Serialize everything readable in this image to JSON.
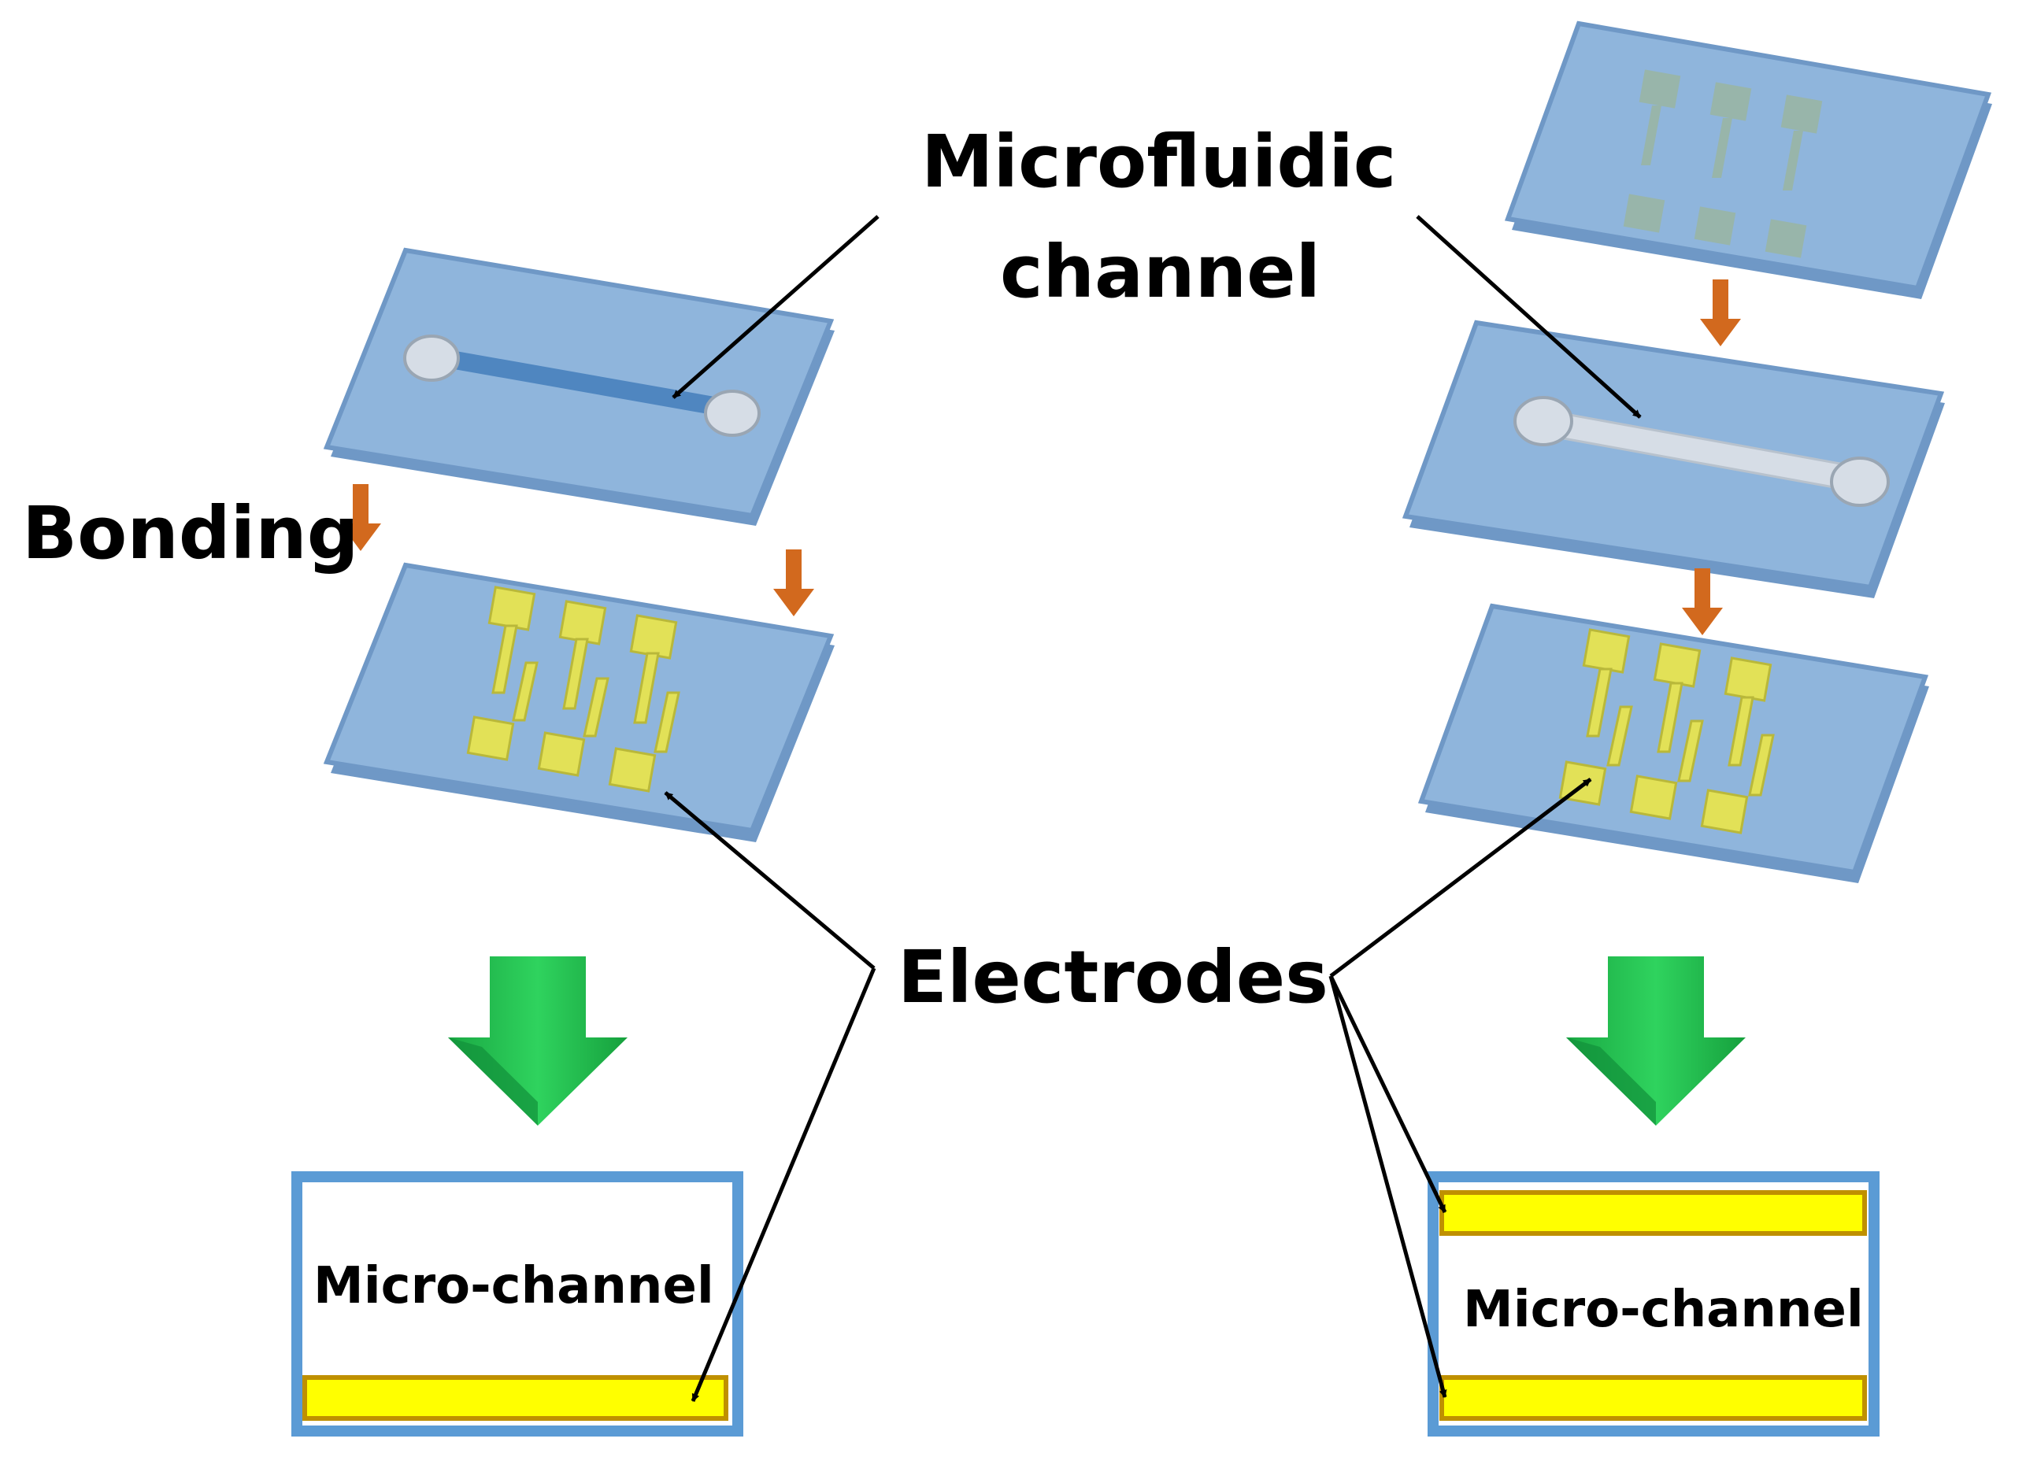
{
  "labels": {
    "microfluidic_line1": "Microfluidic",
    "microfluidic_line2": "channel",
    "bonding": "Bonding",
    "electrodes": "Electrodes",
    "micro_channel_left": "Micro-channel",
    "micro_channel_right": "Micro-channel"
  },
  "colors": {
    "chip_fill": "#8fb5dc",
    "chip_edge": "#6f98c6",
    "channel_dark": "#4f86c0",
    "channel_light": "#d6dde6",
    "electrode_yellow": "#e2e157",
    "small_arrow_orange": "#d2691e",
    "big_arrow_green": "#1fbf4c",
    "frame_blue": "#5b9bd5",
    "electrode_bar_fill": "#ffff00",
    "electrode_bar_border": "#bf9000"
  }
}
